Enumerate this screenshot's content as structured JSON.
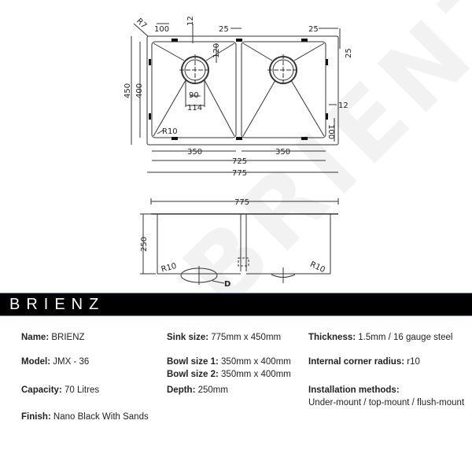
{
  "drawing": {
    "watermark": "BRIENZ",
    "plan_view": {
      "corner_radius_label": "R7",
      "dims": {
        "overall_width": "775",
        "inner_width": "725",
        "bowl1_width": "350",
        "bowl2_width": "350",
        "overall_depth": "450",
        "bowl_depth": "400",
        "flange_left_top": "100",
        "bracket_thk_top": "12",
        "drain_offset": "120",
        "drain_inner": "90",
        "drain_outer": "114",
        "bowl1_radius": "R10",
        "mid_flange": "25",
        "right_flange_top": "25",
        "right_flange_side": "25",
        "bracket_thk_side": "12",
        "bracket_side_len": "100"
      }
    },
    "side_view": {
      "dims": {
        "overall_width": "775",
        "depth": "250",
        "radius_left": "R10",
        "radius_right": "R10",
        "drain_label": "D"
      }
    }
  },
  "band": {
    "title": "BRIENZ",
    "bg_color": "#000000",
    "border_color": "#6a8fc8"
  },
  "specs": {
    "name": {
      "label": "Name:",
      "value": "BRIENZ"
    },
    "model": {
      "label": "Model:",
      "value": "JMX - 36"
    },
    "capacity": {
      "label": "Capacity:",
      "value": "70 Litres"
    },
    "finish": {
      "label": "Finish:",
      "value": "Nano Black With Sands"
    },
    "sink_size": {
      "label": "Sink size:",
      "value": "775mm x 450mm"
    },
    "bowl1": {
      "label": "Bowl size 1:",
      "value": "350mm x 400mm"
    },
    "bowl2": {
      "label": "Bowl size 2:",
      "value": "350mm x 400mm"
    },
    "depth": {
      "label": "Depth:",
      "value": "250mm"
    },
    "thickness": {
      "label": "Thickness:",
      "value": "1.5mm / 16 gauge steel"
    },
    "corner_radius": {
      "label": "Internal corner radius:",
      "value": "r10"
    },
    "installation": {
      "label": "Installation methods:",
      "value": "Under-mount / top-mount / flush-mount"
    }
  }
}
